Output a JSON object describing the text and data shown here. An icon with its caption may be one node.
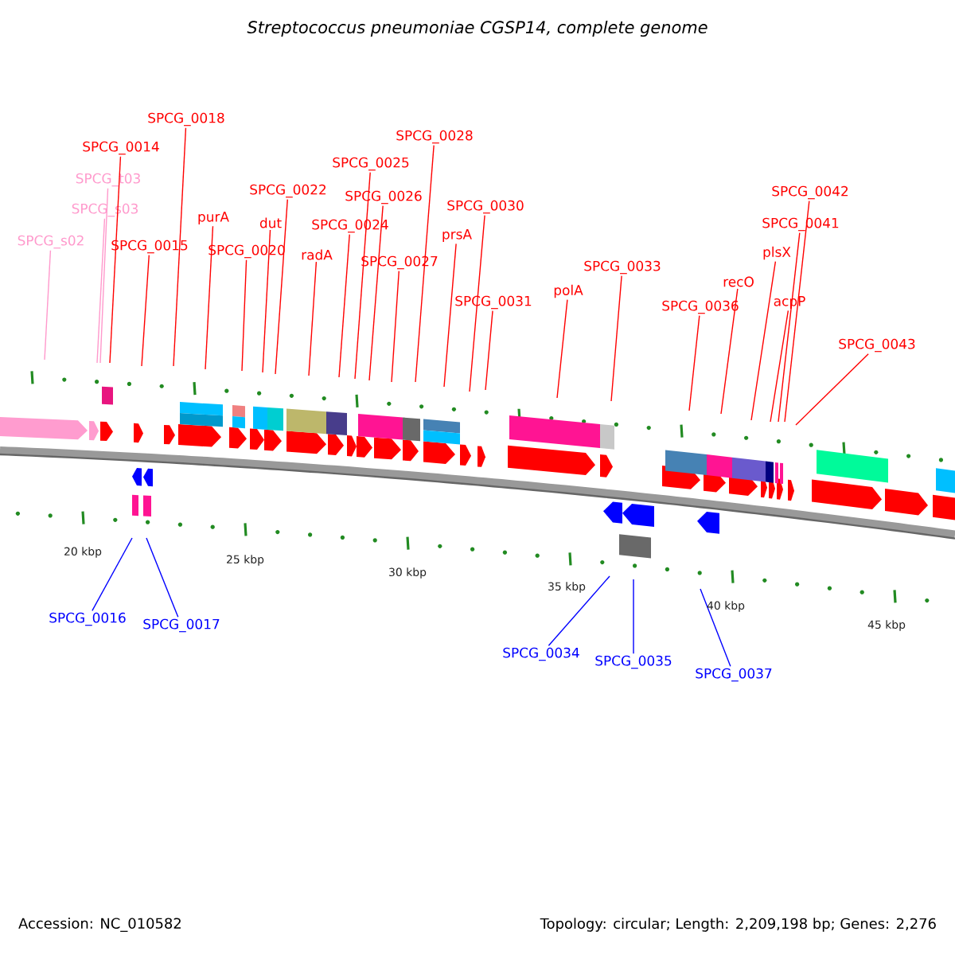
{
  "diagram": {
    "title": "Streptococcus pneumoniae CGSP14, complete genome",
    "nodes": [
      {
        "text": [
          "SPCG_s02"
        ]
      },
      {
        "text": [
          "SPCG_t03"
        ]
      },
      {
        "text": [
          "SPCG_s03"
        ]
      },
      {
        "text": [
          "SPCG_0014"
        ]
      },
      {
        "text": [
          "SPCG_0015"
        ]
      },
      {
        "text": [
          "SPCG_0018"
        ]
      },
      {
        "text": [
          "purA"
        ]
      },
      {
        "text": [
          "SPCG_0020"
        ]
      },
      {
        "text": [
          "dut"
        ]
      },
      {
        "text": [
          "SPCG_0022"
        ]
      },
      {
        "text": [
          "radA"
        ]
      },
      {
        "text": [
          "SPCG_0024"
        ]
      },
      {
        "text": [
          "SPCG_0025"
        ]
      },
      {
        "text": [
          "SPCG_0026"
        ]
      },
      {
        "text": [
          "SPCG_0027"
        ]
      },
      {
        "text": [
          "SPCG_0028"
        ]
      },
      {
        "text": [
          "prsA"
        ]
      },
      {
        "text": [
          "SPCG_0030"
        ]
      },
      {
        "text": [
          "SPCG_0031"
        ]
      },
      {
        "text": [
          "polA"
        ]
      },
      {
        "text": [
          "SPCG_0033"
        ]
      },
      {
        "text": [
          "SPCG_0036"
        ]
      },
      {
        "text": [
          "recO"
        ]
      },
      {
        "text": [
          "plsX"
        ]
      },
      {
        "text": [
          "acpP"
        ]
      },
      {
        "text": [
          "SPCG_0041"
        ]
      },
      {
        "text": [
          "SPCG_0042"
        ]
      },
      {
        "text": [
          "SPCG_0043"
        ]
      },
      {
        "text": [
          "SPCG_0016"
        ]
      },
      {
        "text": [
          "SPCG_0017"
        ]
      },
      {
        "text": [
          "SPCG_0034"
        ]
      },
      {
        "text": [
          "SPCG_0035"
        ]
      },
      {
        "text": [
          "SPCG_0037"
        ]
      }
    ],
    "edges": [
      {
        "from": 0,
        "to": null,
        "arrow": "none",
        "color": "#ff99cc"
      },
      {
        "from": 1,
        "to": null,
        "arrow": "none",
        "color": "#ff99cc"
      },
      {
        "from": 2,
        "to": null,
        "arrow": "none",
        "color": "#ff99cc"
      },
      {
        "from": 3,
        "to": null,
        "arrow": "none"
      },
      {
        "from": 4,
        "to": null,
        "arrow": "none"
      },
      {
        "from": 5,
        "to": null,
        "arrow": "none"
      },
      {
        "from": 6,
        "to": null,
        "arrow": "none"
      },
      {
        "from": 7,
        "to": null,
        "arrow": "none"
      },
      {
        "from": 8,
        "to": null,
        "arrow": "none"
      },
      {
        "from": 9,
        "to": null,
        "arrow": "none"
      },
      {
        "from": 10,
        "to": null,
        "arrow": "none"
      },
      {
        "from": 11,
        "to": null,
        "arrow": "none"
      },
      {
        "from": 12,
        "to": null,
        "arrow": "none"
      },
      {
        "from": 13,
        "to": null,
        "arrow": "none"
      },
      {
        "from": 14,
        "to": null,
        "arrow": "none"
      },
      {
        "from": 15,
        "to": null,
        "arrow": "none"
      },
      {
        "from": 16,
        "to": null,
        "arrow": "none"
      },
      {
        "from": 17,
        "to": null,
        "arrow": "none"
      },
      {
        "from": 18,
        "to": null,
        "arrow": "none"
      },
      {
        "from": 19,
        "to": null,
        "arrow": "none"
      },
      {
        "from": 20,
        "to": null,
        "arrow": "none"
      },
      {
        "from": 21,
        "to": null,
        "arrow": "none"
      },
      {
        "from": 22,
        "to": null,
        "arrow": "none"
      },
      {
        "from": 23,
        "to": null,
        "arrow": "none"
      },
      {
        "from": 24,
        "to": null,
        "arrow": "none"
      },
      {
        "from": 25,
        "to": null,
        "arrow": "none"
      },
      {
        "from": 26,
        "to": null,
        "arrow": "none"
      },
      {
        "from": 27,
        "to": null,
        "arrow": "none"
      },
      {
        "from": 28,
        "to": null,
        "arrow": "none",
        "color": "#0000ff"
      },
      {
        "from": 29,
        "to": null,
        "arrow": "none",
        "color": "#0000ff"
      },
      {
        "from": 30,
        "to": null,
        "arrow": "none",
        "color": "#0000ff"
      },
      {
        "from": 31,
        "to": null,
        "arrow": "none",
        "color": "#0000ff"
      },
      {
        "from": 32,
        "to": null,
        "arrow": "none",
        "color": "#0000ff"
      }
    ],
    "labels": [
      "20 kbp",
      "25 kbp",
      "30 kbp",
      "35 kbp",
      "40 kbp",
      "45 kbp",
      "Accession: NC_010582",
      "Topology: circular; Length: 2,209,198 bp; Genes: 2,276"
    ]
  }
}
